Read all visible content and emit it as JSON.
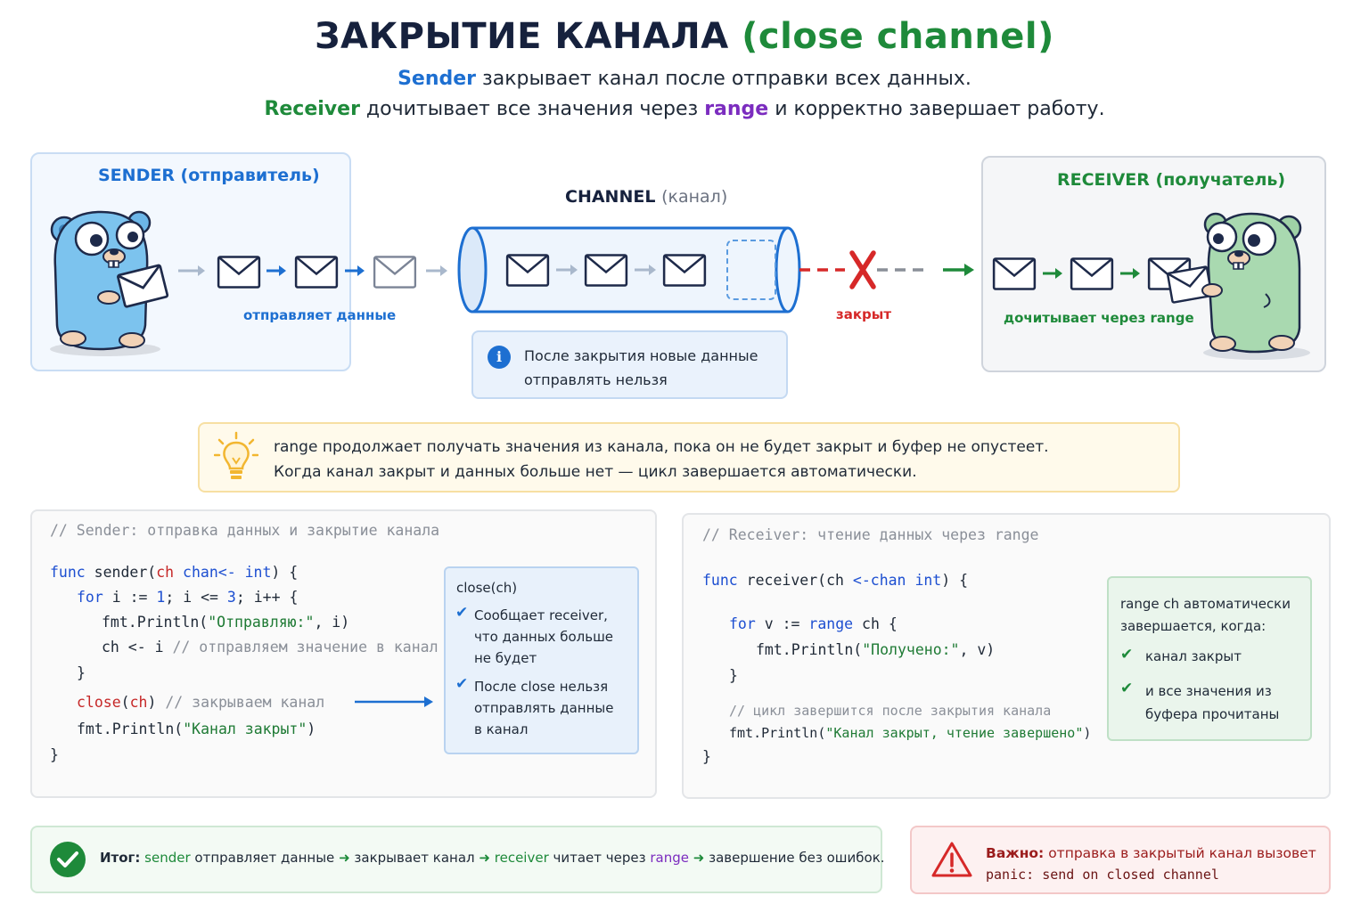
{
  "header": {
    "title_main": "ЗАКРЫТИЕ КАНАЛА",
    "title_paren": "(close channel)",
    "line1_sender": "Sender",
    "line1_rest": " закрывает канал после отправки всех данных.",
    "line2_receiver": "Receiver",
    "line2_mid": " дочитывает все значения через ",
    "line2_range": "range",
    "line2_end": " и корректно завершает работу."
  },
  "sender": {
    "title": "SENDER (отправитель)",
    "caption": "отправляет данные"
  },
  "channel": {
    "title": "CHANNEL",
    "title_sub": "(канал)",
    "closed_label": "закрыт",
    "info_line1": "После закрытия новые данные",
    "info_line2": "отправлять нельзя"
  },
  "receiver": {
    "title": "RECEIVER (получатель)",
    "caption": "дочитывает через range"
  },
  "tip": {
    "line1": "range продолжает получать значения из канала, пока он не будет закрыт и буфер не опустеет.",
    "line2": "Когда канал закрыт и данных больше нет — цикл завершается автоматически."
  },
  "code_left": {
    "comment": "// Sender: отправка данных и закрытие канала",
    "note_title": "close(ch)",
    "note_item1": "Сообщает receiver, что данных больше не будет",
    "note_item2": "После close нельзя отправлять данные в канал"
  },
  "code_right": {
    "comment": "// Receiver: чтение данных через range",
    "note_title": "range ch автоматически завершается, когда:",
    "note_item1": "канал закрыт",
    "note_item2": "и все значения из буфера прочитаны"
  },
  "summary": {
    "label": "Итог:",
    "p1": "sender",
    "p2": " отправляет данные",
    "p3": " закрывает канал",
    "p4": "receiver",
    "p5": " читает через ",
    "p6": "range",
    "p7": " завершение без ошибок."
  },
  "warning": {
    "label": "Важно:",
    "text": " отправка в закрытый канал вызовет",
    "code": "panic: send on closed channel"
  },
  "colors": {
    "blue": "#1d6fd1",
    "green": "#1e8a3a",
    "red": "#d62828",
    "purple": "#7b2cbf",
    "navy": "#16213d"
  }
}
